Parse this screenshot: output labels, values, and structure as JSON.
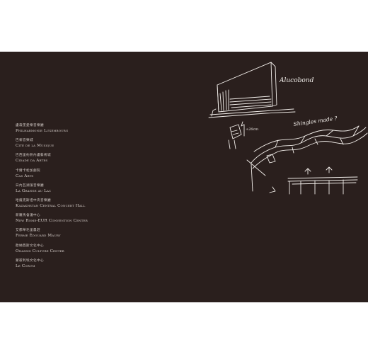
{
  "venues": [
    {
      "zh": "盧森堡愛樂音樂廳",
      "en": "Philharmonie Luxembourg"
    },
    {
      "zh": "巴黎音樂城",
      "en": "Cité de la Musique"
    },
    {
      "zh": "巴西里約熱內盧藝術城",
      "en": "Cidade da Artes"
    },
    {
      "zh": "卡爾卡松加劇院",
      "en": "Cas Arts"
    },
    {
      "zh": "日內瓦湖濱音樂廳",
      "en": "La Grange au Lac"
    },
    {
      "zh": "哈薩克斯坦中央音樂廳",
      "en": "Kazakhstan Central Concert Hall"
    },
    {
      "zh": "新羅馬會議中心",
      "en": "New Rome-EUR Convention Center"
    },
    {
      "zh": "艾都華毛里農莊",
      "en": "Ferme Édouard Maury"
    },
    {
      "zh": "歐納西斯文化中心",
      "en": "Onassis Culture Center"
    },
    {
      "zh": "蒙彼利埃文化中心",
      "en": "Le Corum"
    }
  ],
  "sketch": {
    "note_alucobond": "Alucobond",
    "note_shingle": "Shingles made ?",
    "note_dim": "+20cm"
  }
}
